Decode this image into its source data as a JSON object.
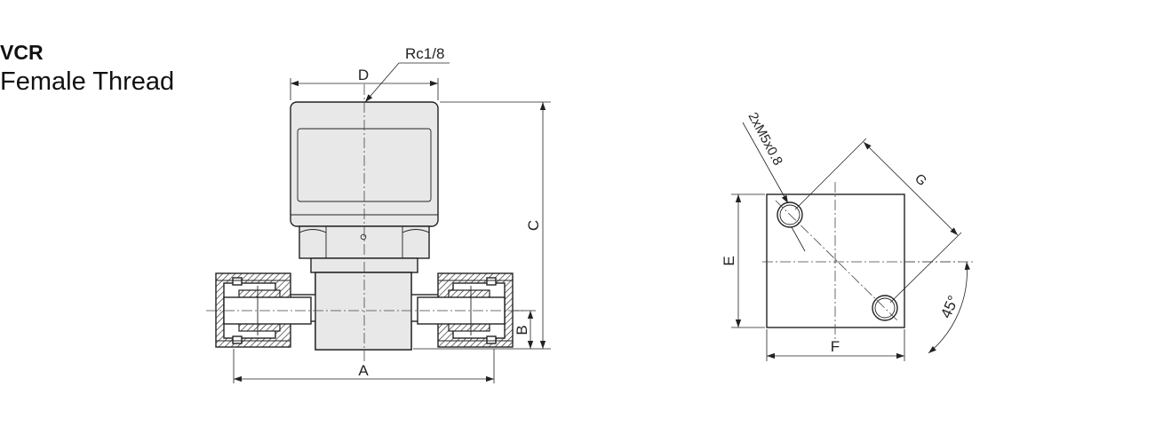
{
  "heading": {
    "type": "VCR",
    "connection": "Female Thread"
  },
  "front_view": {
    "port_callout": "Rc1/8",
    "dimensions": {
      "a": "A",
      "b": "B",
      "c": "C",
      "d": "D"
    }
  },
  "bottom_view": {
    "hole_callout": "2xM5x0.8",
    "angle": "45°",
    "dimensions": {
      "e": "E",
      "f": "F",
      "g": "G"
    }
  }
}
